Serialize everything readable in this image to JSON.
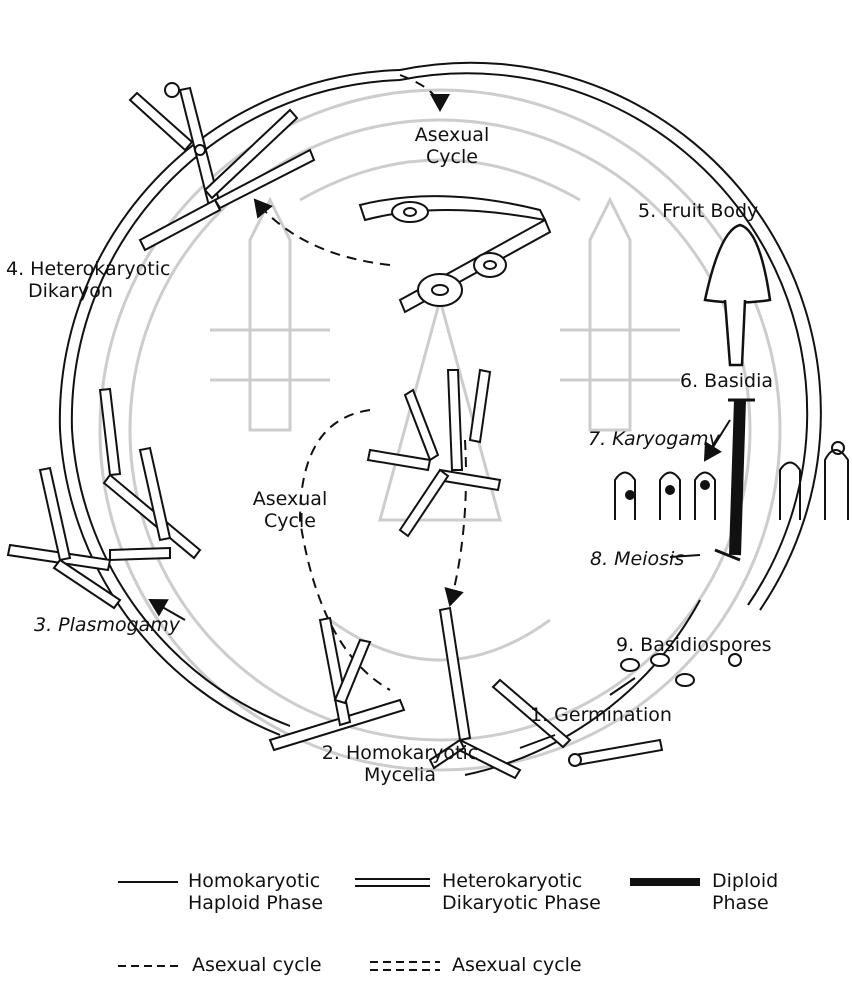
{
  "labels": {
    "asexual_top": [
      "Asexual",
      "Cycle"
    ],
    "fruit_body": "5. Fruit Body",
    "heterokaryotic": [
      "4. Heterokaryotic",
      "Dikaryon"
    ],
    "basidia": "6. Basidia",
    "karyogamy": "7. Karyogamy",
    "asexual_center": [
      "Asexual",
      "Cycle"
    ],
    "meiosis": "8. Meiosis",
    "plasmogamy": "3. Plasmogamy",
    "basidiospores": "9. Basidiospores",
    "germination": "1. Germination",
    "homokaryotic": [
      "2. Homokaryotic",
      "Mycelia"
    ]
  },
  "legend": {
    "homo": [
      "Homokaryotic",
      "Haploid Phase"
    ],
    "hetero": [
      "Heterokaryotic",
      "Dikaryotic Phase"
    ],
    "diploid": [
      "Diploid",
      "Phase"
    ],
    "asexual_1": "Asexual cycle",
    "asexual_2": "Asexual cycle"
  },
  "colors": {
    "ink": "#111111",
    "watermark": "#c8c8c8",
    "background": "#ffffff"
  }
}
